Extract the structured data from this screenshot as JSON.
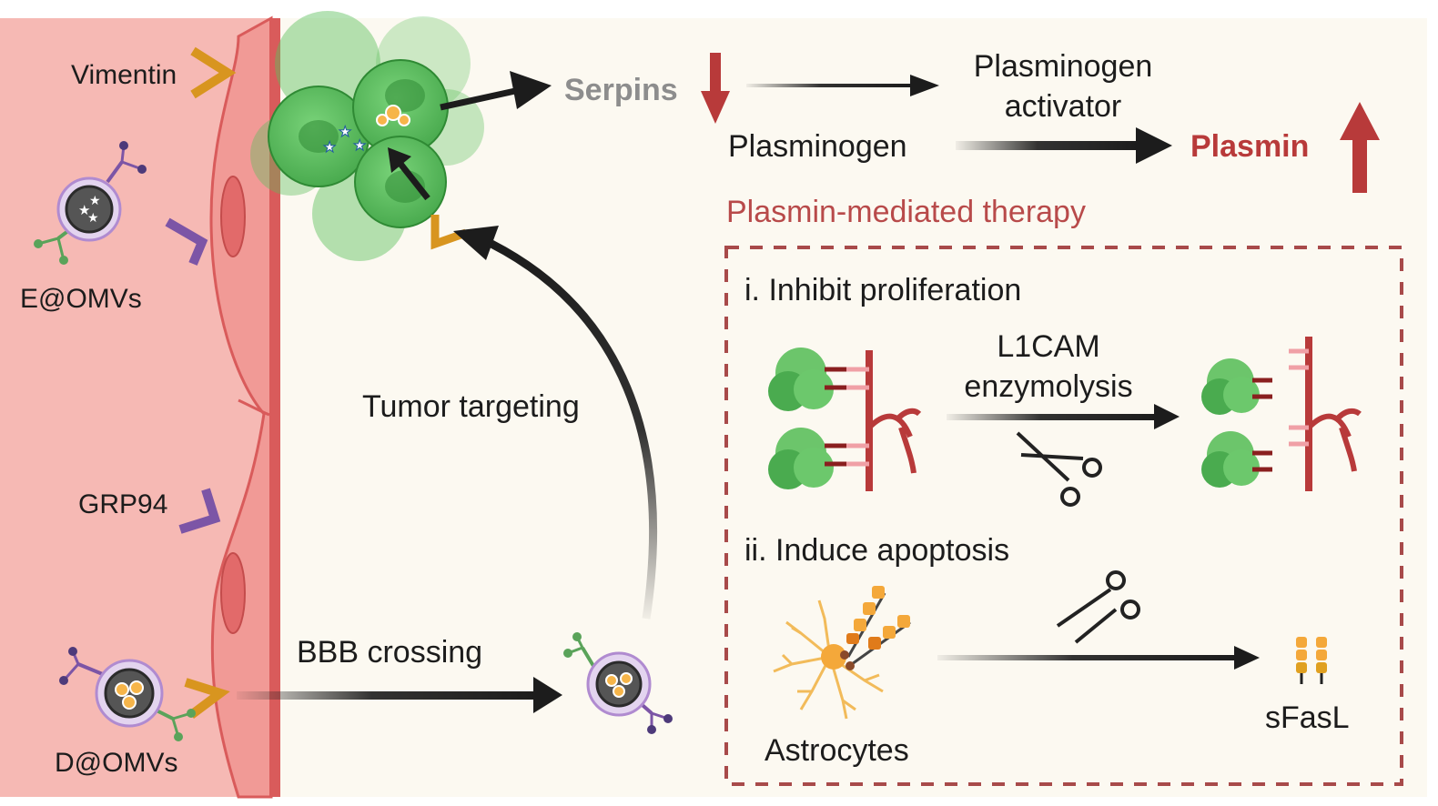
{
  "labels": {
    "vimentin": "Vimentin",
    "e_omvs": "E@OMVs",
    "grp94": "GRP94",
    "d_omvs": "D@OMVs",
    "serpins": "Serpins",
    "plasminogen_activator_line1": "Plasminogen",
    "plasminogen_activator_line2": "activator",
    "plasminogen": "Plasminogen",
    "plasmin": "Plasmin",
    "therapy_title": "Plasmin-mediated therapy",
    "tumor_targeting": "Tumor targeting",
    "bbb_crossing": "BBB crossing",
    "inhibit_proliferation": "i. Inhibit proliferation",
    "l1cam_line1": "L1CAM",
    "l1cam_line2": "enzymolysis",
    "induce_apoptosis": "ii. Induce apoptosis",
    "astrocytes": "Astrocytes",
    "sfasl": "sFasL"
  },
  "colors": {
    "background": "#fcf9f1",
    "endothelium": "#f6b9b4",
    "endothelium_edge": "#d95b5b",
    "tumor_green": "#5cbf5c",
    "tumor_dark": "#2f8a34",
    "plasmin_red": "#b83a3a",
    "arrow_black": "#1c1c1c",
    "serpin_gray": "#8d8d8d",
    "receptor_orange": "#d8951f",
    "receptor_purple": "#7c55a6",
    "dash_box": "#a84a4a"
  },
  "icons": [
    "receptor-icon",
    "omv-icon",
    "tumor-cell-icon",
    "blood-vessel-icon",
    "scissors-icon",
    "astrocyte-icon",
    "sfasl-icon",
    "down-arrow-icon",
    "up-arrow-icon"
  ]
}
